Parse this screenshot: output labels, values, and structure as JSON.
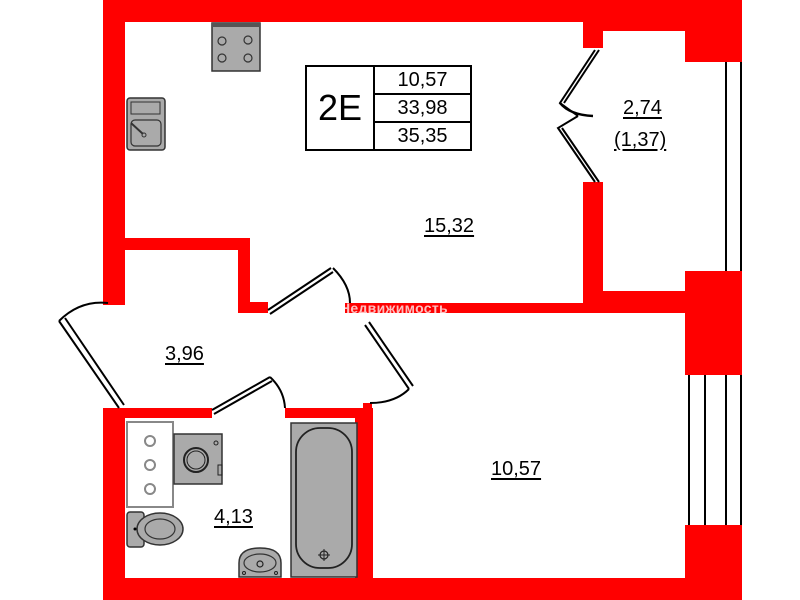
{
  "plan": {
    "apartment_type": "2E",
    "area_values": [
      "10,57",
      "33,98",
      "35,35"
    ],
    "wall_color": "#ff0000",
    "fixture_color": "#aaaaaa",
    "watermark": "Недвижимость"
  },
  "rooms": [
    {
      "id": "kitchen-living",
      "area": "15,32"
    },
    {
      "id": "balcony",
      "area": "2,74",
      "area_reduced": "(1,37)"
    },
    {
      "id": "hallway",
      "area": "3,96"
    },
    {
      "id": "bathroom",
      "area": "4,13"
    },
    {
      "id": "bedroom",
      "area": "10,57"
    }
  ],
  "fixtures": [
    "stove",
    "kitchen-sink",
    "washing-machine",
    "toilet",
    "bathroom-sink",
    "bathtub",
    "bathroom-cabinet"
  ]
}
